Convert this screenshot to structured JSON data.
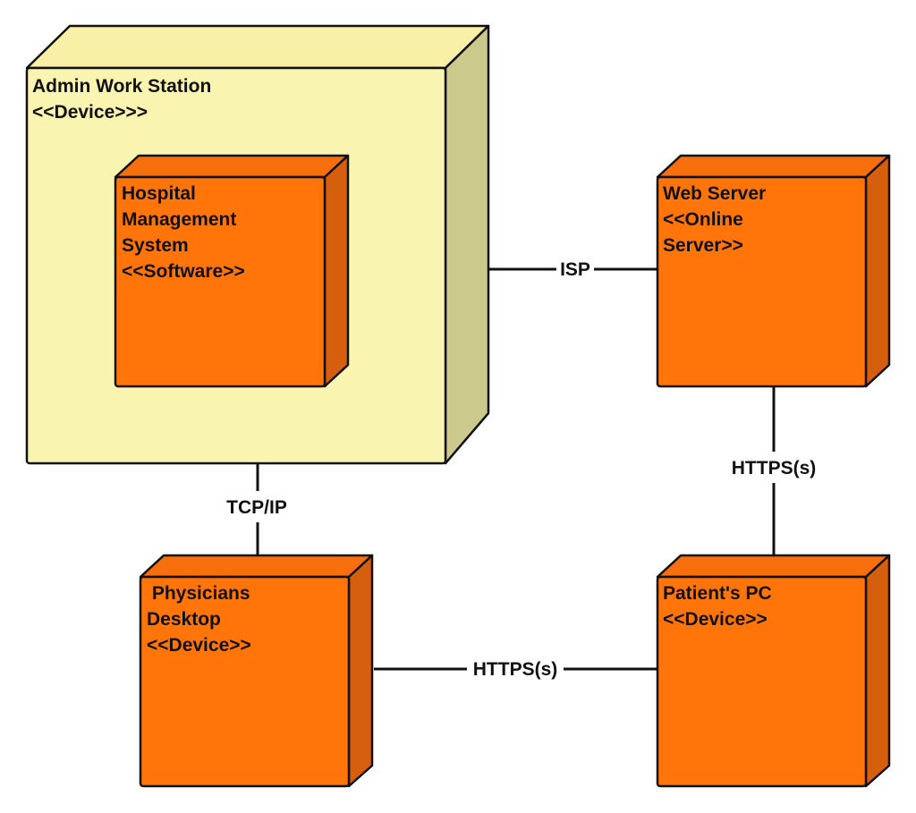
{
  "colors": {
    "device_front": "#FAF4B1",
    "device_top": "#F8F0A7",
    "device_side": "#CCC98C",
    "node_front": "#FF750A",
    "node_top": "#F76E0C",
    "node_side": "#D65F0E",
    "stroke": "#111111",
    "connector": "#111111"
  },
  "nodes": {
    "admin": {
      "lines": [
        "Admin Work Station",
        "<<Device>>>"
      ]
    },
    "hms": {
      "lines": [
        "Hospital",
        "Management",
        "System",
        "<<Software>>"
      ]
    },
    "web_server": {
      "lines": [
        "Web Server",
        "<<Online",
        "Server>>"
      ]
    },
    "physicians": {
      "lines": [
        " Physicians",
        "Desktop",
        "<<Device>>"
      ]
    },
    "patients_pc": {
      "lines": [
        "Patient's PC",
        "<<Device>>"
      ]
    }
  },
  "connections": {
    "isp": {
      "label": "ISP"
    },
    "tcpip": {
      "label": "TCP/IP"
    },
    "https_web_patient": {
      "label": "HTTPS(s)"
    },
    "https_phys_patient": {
      "label": "HTTPS(s)"
    }
  }
}
